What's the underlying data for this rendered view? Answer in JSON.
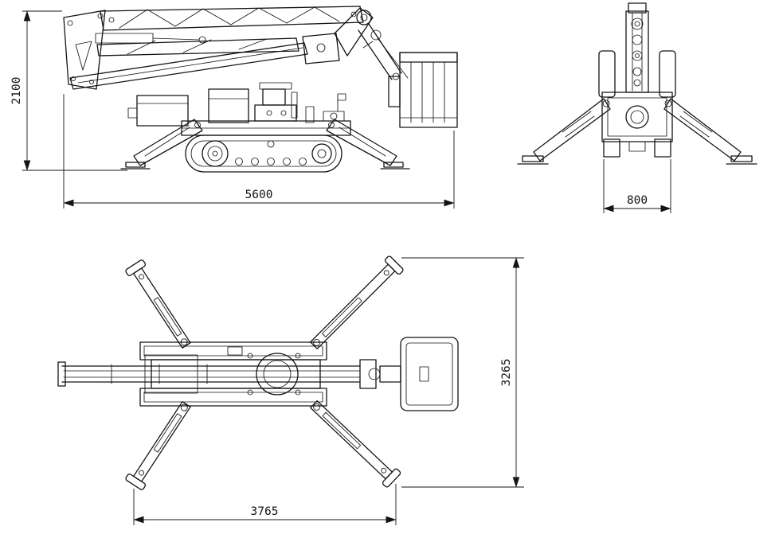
{
  "dimensions": {
    "overall_height": "2100",
    "overall_length": "5600",
    "track_width": "800",
    "outrigger_span_width": "3265",
    "outrigger_span_length": "3765"
  }
}
